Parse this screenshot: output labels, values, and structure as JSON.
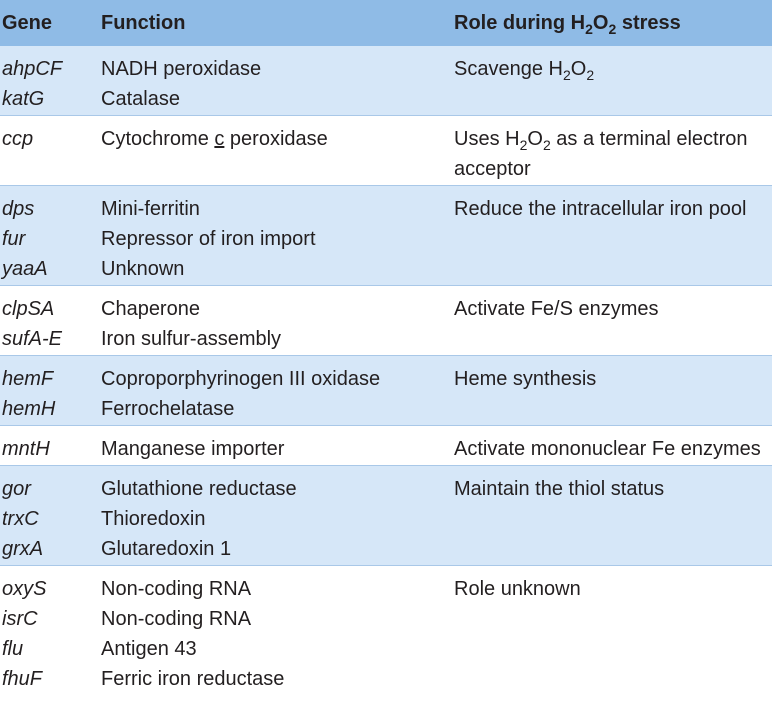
{
  "header": {
    "gene": "Gene",
    "function": "Function",
    "role_prefix": "Role during H",
    "role_sub1": "2",
    "role_mid": "O",
    "role_sub2": "2",
    "role_suffix": " stress"
  },
  "rows": [
    {
      "genes": [
        "ahpCF",
        "katG"
      ],
      "functions": [
        "NADH peroxidase",
        "Catalase"
      ],
      "role": {
        "a": "Scavenge H",
        "s1": "2",
        "b": "O",
        "s2": "2",
        "c": ""
      }
    },
    {
      "genes": [
        "ccp"
      ],
      "functions_ccp": {
        "a": "Cytochrome ",
        "u": "c",
        "b": " peroxidase"
      },
      "role": {
        "a": "Uses H",
        "s1": "2",
        "b": "O",
        "s2": "2",
        "c": " as a terminal electron acceptor"
      }
    },
    {
      "genes": [
        "dps",
        "fur",
        "yaaA"
      ],
      "functions": [
        "Mini-ferritin",
        "Repressor of iron import",
        "Unknown"
      ],
      "role_text": "Reduce the intracellular iron pool"
    },
    {
      "genes": [
        "clpSA",
        "sufA-E"
      ],
      "functions": [
        "Chaperone",
        "Iron sulfur-assembly"
      ],
      "role_text": "Activate Fe/S enzymes"
    },
    {
      "genes": [
        "hemF",
        "hemH"
      ],
      "functions": [
        "Coproporphyrinogen III oxidase",
        "Ferrochelatase"
      ],
      "role_text": "Heme synthesis"
    },
    {
      "genes": [
        "mntH"
      ],
      "functions": [
        "Manganese importer"
      ],
      "role_text": "Activate mononuclear Fe enzymes"
    },
    {
      "genes": [
        "gor",
        "trxC",
        "grxA"
      ],
      "functions": [
        "Glutathione reductase",
        "Thioredoxin",
        "Glutaredoxin 1"
      ],
      "role_text": "Maintain the thiol status"
    },
    {
      "genes": [
        "oxyS",
        "isrC",
        "flu",
        "fhuF"
      ],
      "functions": [
        "Non-coding RNA",
        "Non-coding RNA",
        "Antigen 43",
        "Ferric iron reductase"
      ],
      "role_text": "Role unknown"
    }
  ]
}
